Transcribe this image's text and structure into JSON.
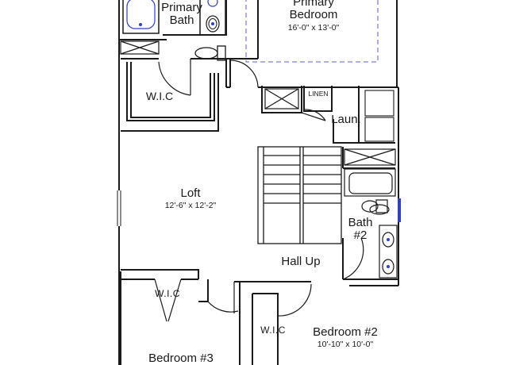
{
  "rooms": {
    "primary_bath": {
      "line1": "Primary",
      "line2": "Bath"
    },
    "primary_bedroom": {
      "line1": "Primary",
      "line2": "Bedroom",
      "dims": "16'-0\" x 13'-0\""
    },
    "wic_upper": {
      "name": "W.I.C"
    },
    "linen": {
      "name": "LINEN"
    },
    "laundry": {
      "name": "Laun."
    },
    "loft": {
      "name": "Loft",
      "dims": "12'-6\" x 12'-2\""
    },
    "bath2": {
      "line1": "Bath",
      "line2": "#2"
    },
    "hall": {
      "name": "Hall Up"
    },
    "wic_bedroom3": {
      "name": "W.I.C"
    },
    "wic_bedroom2": {
      "name": "W.I.C"
    },
    "bedroom2": {
      "name": "Bedroom #2",
      "dims": "10'-10\" x 10'-0\""
    },
    "bedroom3": {
      "name": "Bedroom #3"
    }
  },
  "colors": {
    "wall": "#1a1a1a",
    "fixture_accent": "#2f3fc4",
    "dashed_outline": "#5a5fd0"
  }
}
